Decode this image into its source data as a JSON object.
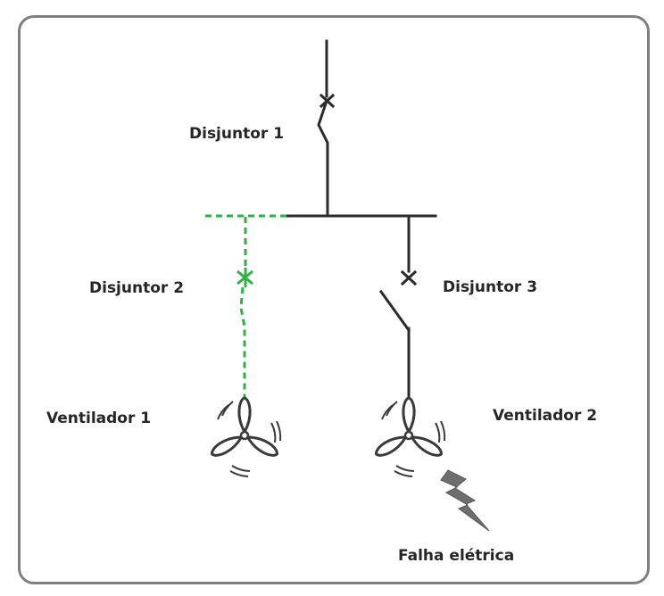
{
  "labels": {
    "breaker1": "Disjuntor 1",
    "breaker2": "Disjuntor 2",
    "breaker3": "Disjuntor 3",
    "fan1": "Ventilador 1",
    "fan2": "Ventilador 2",
    "fault": "Falha elétrica"
  },
  "colors": {
    "line": "#2b2b2b",
    "open_path": "#2fb244",
    "bolt": "#6e6e6e",
    "frame": "#7f7f7f"
  }
}
